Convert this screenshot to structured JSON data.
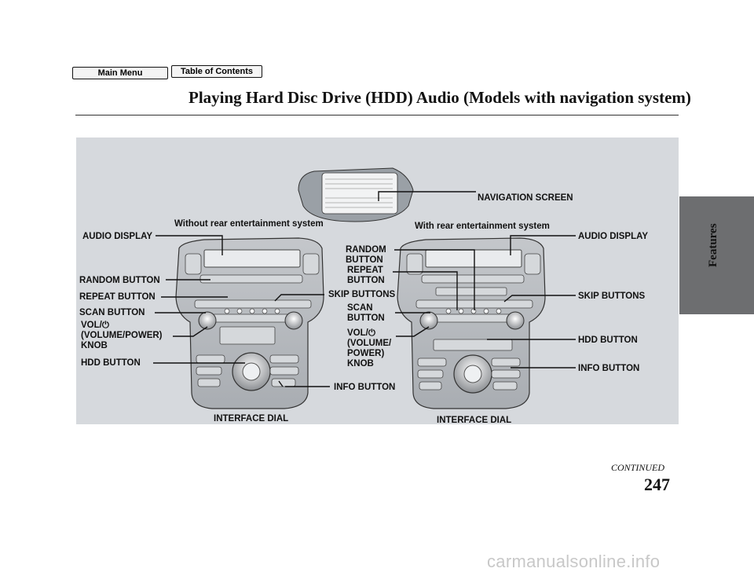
{
  "nav": {
    "main_menu": "Main Menu",
    "toc": "Table of Contents"
  },
  "header": {
    "title": "Playing Hard Disc Drive (HDD) Audio (Models with navigation system)"
  },
  "side_tab": {
    "label": "Features"
  },
  "screen": {
    "top_label": "NAVIGATION SCREEN"
  },
  "left": {
    "caption": "Without rear entertainment system",
    "audio_display": "AUDIO DISPLAY",
    "random_button": "RANDOM BUTTON",
    "repeat_button": "REPEAT BUTTON",
    "scan_button": "SCAN BUTTON",
    "vol_knob": "VOL/⏻\n(VOLUME/POWER)\nKNOB",
    "hdd_button": "HDD BUTTON",
    "info_button": "INFO BUTTON",
    "interface_dial": "INTERFACE DIAL",
    "skip_buttons": "SKIP BUTTONS"
  },
  "right": {
    "caption": "With rear entertainment system",
    "audio_display": "AUDIO DISPLAY",
    "random_button": "RANDOM\nBUTTON",
    "repeat_button": "REPEAT\nBUTTON",
    "scan_button": "SCAN\nBUTTON",
    "vol_knob": "VOL/⏻\n(VOLUME/\nPOWER)\nKNOB",
    "skip_buttons": "SKIP BUTTONS",
    "hdd_button": "HDD BUTTON",
    "info_button": "INFO BUTTON",
    "interface_dial": "INTERFACE DIAL"
  },
  "footer": {
    "continued": "CONTINUED",
    "page": "247",
    "watermark": "carmanualsonline.info"
  },
  "colors": {
    "panel": "#d6d9dd",
    "side_tab": "#6d6e70"
  }
}
